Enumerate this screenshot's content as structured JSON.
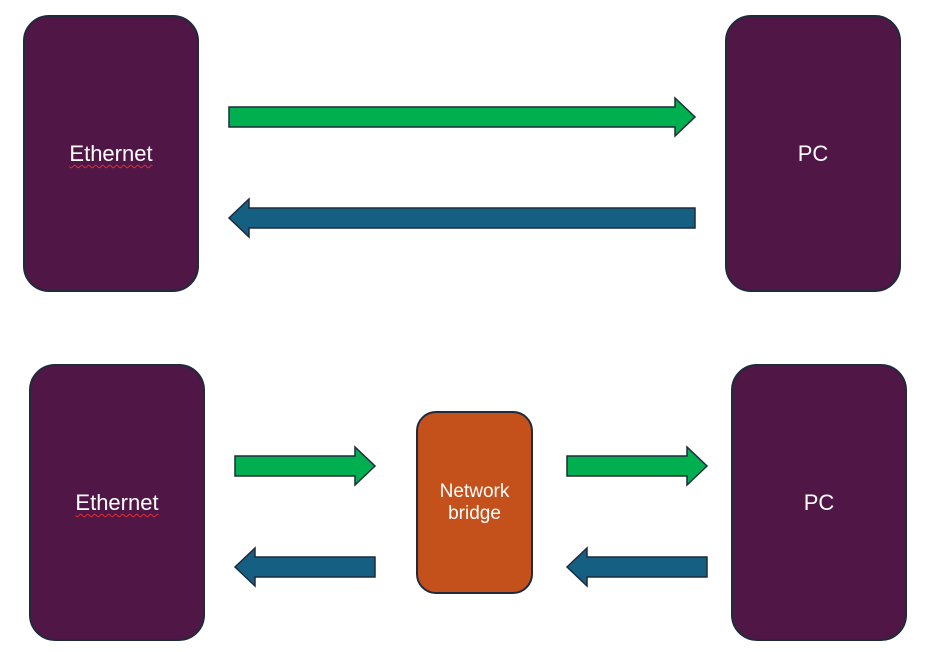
{
  "diagrams": [
    {
      "left_box": {
        "label": "Ethernet"
      },
      "right_box": {
        "label": "PC"
      }
    },
    {
      "left_box": {
        "label": "Ethernet"
      },
      "middle_box": {
        "label": "Network bridge"
      },
      "right_box": {
        "label": "PC"
      }
    }
  ],
  "colors": {
    "box_fill": "#501646",
    "bridge_fill": "#c4501b",
    "arrow_forward": "#00b050",
    "arrow_backward": "#156082",
    "outline": "#1f2a3c"
  }
}
